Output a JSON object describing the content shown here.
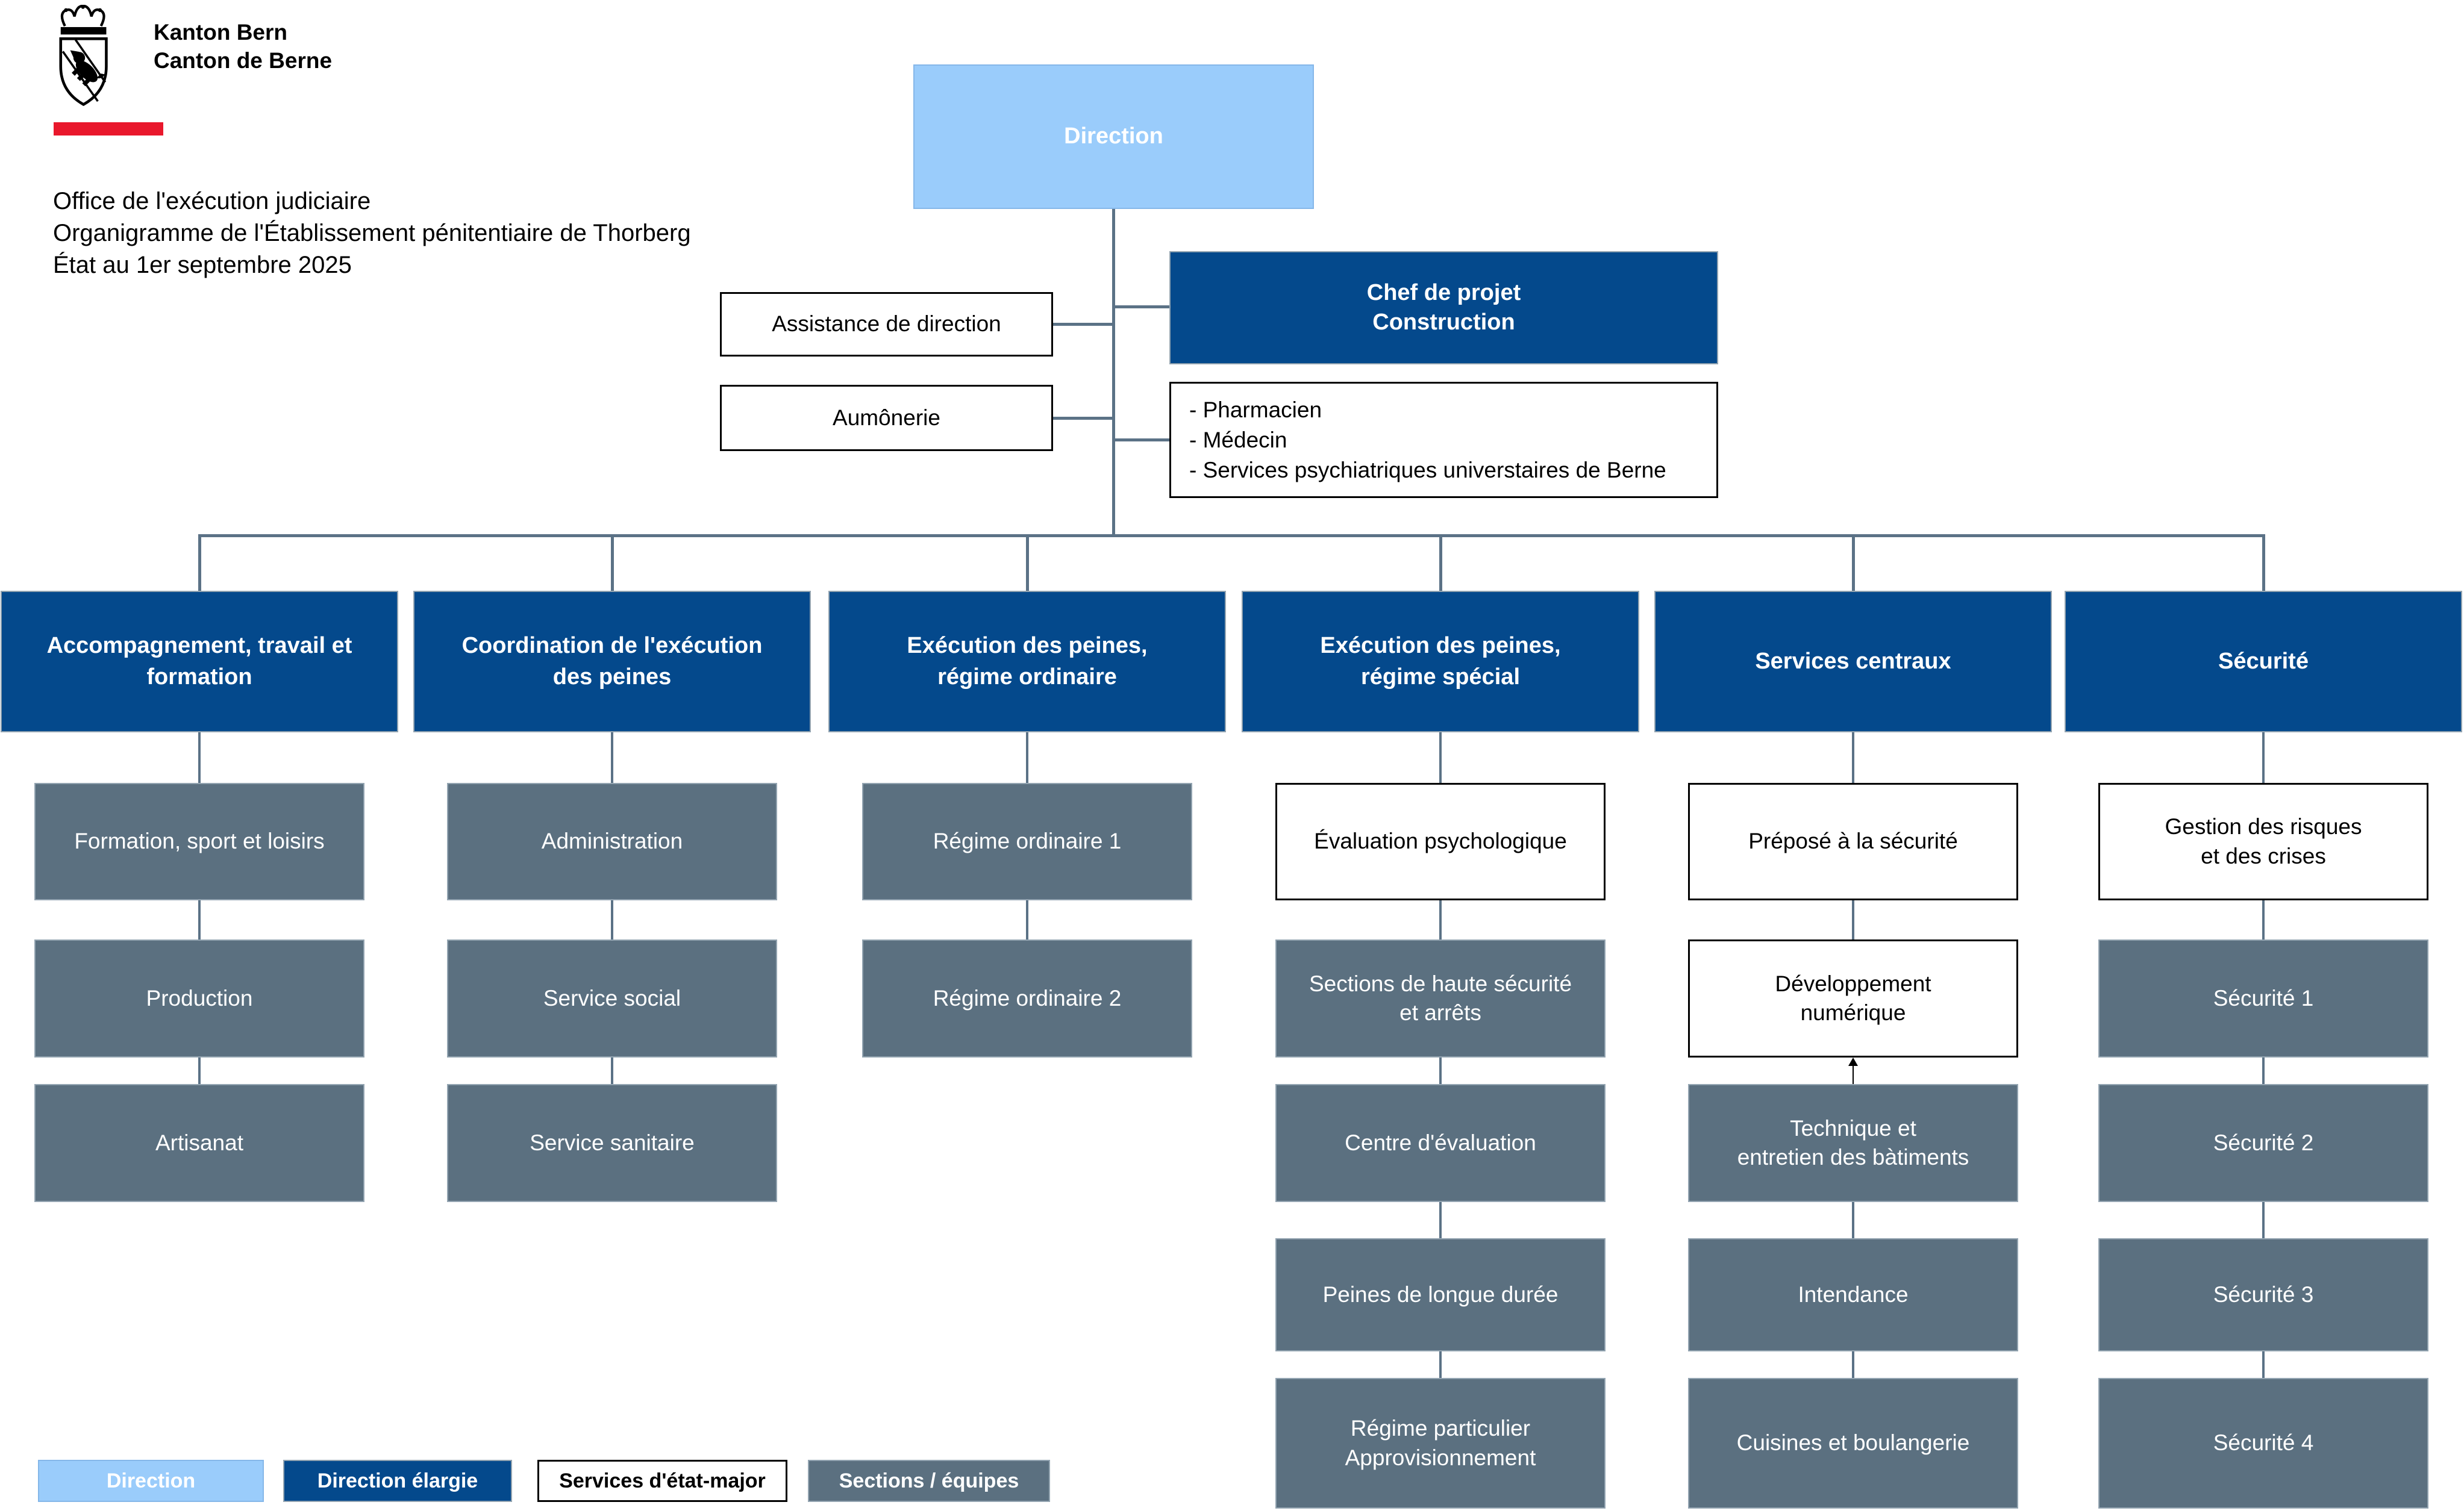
{
  "brand": {
    "line1": "Kanton Bern",
    "line2": "Canton de Berne"
  },
  "doc_title": {
    "line1": "Office de l'exécution judiciaire",
    "line2": "Organigramme de l'Établissement pénitentiaire de Thorberg",
    "line3": "État au 1er septembre 2025"
  },
  "colors": {
    "light_blue": "#9ACCFB",
    "dark_blue": "#04498C",
    "gray": "#5B7080",
    "connector": "#5B7286",
    "red_bar": "#E9182C"
  },
  "top": {
    "direction": "Direction",
    "chef": "Chef de projet\nConstruction",
    "assistance": "Assistance de direction",
    "aumonerie": "Aumônerie",
    "staff_list": [
      "- Pharmacien",
      "- Médecin",
      "- Services psychiatriques universtaires de Berne"
    ]
  },
  "org": {
    "columns": [
      {
        "id": "accompagnement",
        "header": "Accompagnement, travail et\nformation",
        "children": [
          {
            "label": "Formation, sport et loisirs",
            "type": "gray"
          },
          {
            "label": "Production",
            "type": "gray"
          },
          {
            "label": "Artisanat",
            "type": "gray"
          }
        ]
      },
      {
        "id": "coordination",
        "header": "Coordination de l'exécution\ndes peines",
        "children": [
          {
            "label": "Administration",
            "type": "gray"
          },
          {
            "label": "Service social",
            "type": "gray"
          },
          {
            "label": "Service sanitaire",
            "type": "gray"
          }
        ]
      },
      {
        "id": "execution-ordinaire",
        "header": "Exécution des peines,\nrégime ordinaire",
        "children": [
          {
            "label": "Régime ordinaire 1",
            "type": "gray"
          },
          {
            "label": "Régime ordinaire 2",
            "type": "gray"
          }
        ]
      },
      {
        "id": "execution-special",
        "header": "Exécution des peines,\nrégime spécial",
        "children": [
          {
            "label": "Évaluation psychologique",
            "type": "white"
          },
          {
            "label": "Sections de haute sécurité\net arrêts",
            "type": "gray"
          },
          {
            "label": "Centre d'évaluation",
            "type": "gray"
          },
          {
            "label": "Peines de longue durée",
            "type": "gray"
          },
          {
            "label": "Régime particulier\nApprovisionnement",
            "type": "gray"
          }
        ]
      },
      {
        "id": "services-centraux",
        "header": "Services centraux",
        "children": [
          {
            "label": "Préposé à la sécurité",
            "type": "white"
          },
          {
            "label": "Développement\nnumérique",
            "type": "white"
          },
          {
            "label": "Technique et\nentretien des bàtiments",
            "type": "gray",
            "arrow_up": true
          },
          {
            "label": "Intendance",
            "type": "gray"
          },
          {
            "label": "Cuisines et boulangerie",
            "type": "gray"
          }
        ]
      },
      {
        "id": "securite",
        "header": "Sécurité",
        "children": [
          {
            "label": "Gestion des risques\net des crises",
            "type": "white"
          },
          {
            "label": "Sécurité 1",
            "type": "gray"
          },
          {
            "label": "Sécurité 2",
            "type": "gray"
          },
          {
            "label": "Sécurité 3",
            "type": "gray"
          },
          {
            "label": "Sécurité 4",
            "type": "gray"
          }
        ]
      }
    ]
  },
  "legend": [
    {
      "label": "Direction",
      "type": "lightblue"
    },
    {
      "label": "Direction élargie",
      "type": "darkblue"
    },
    {
      "label": "Services d'état-major",
      "type": "white"
    },
    {
      "label": "Sections / équipes",
      "type": "gray"
    }
  ]
}
